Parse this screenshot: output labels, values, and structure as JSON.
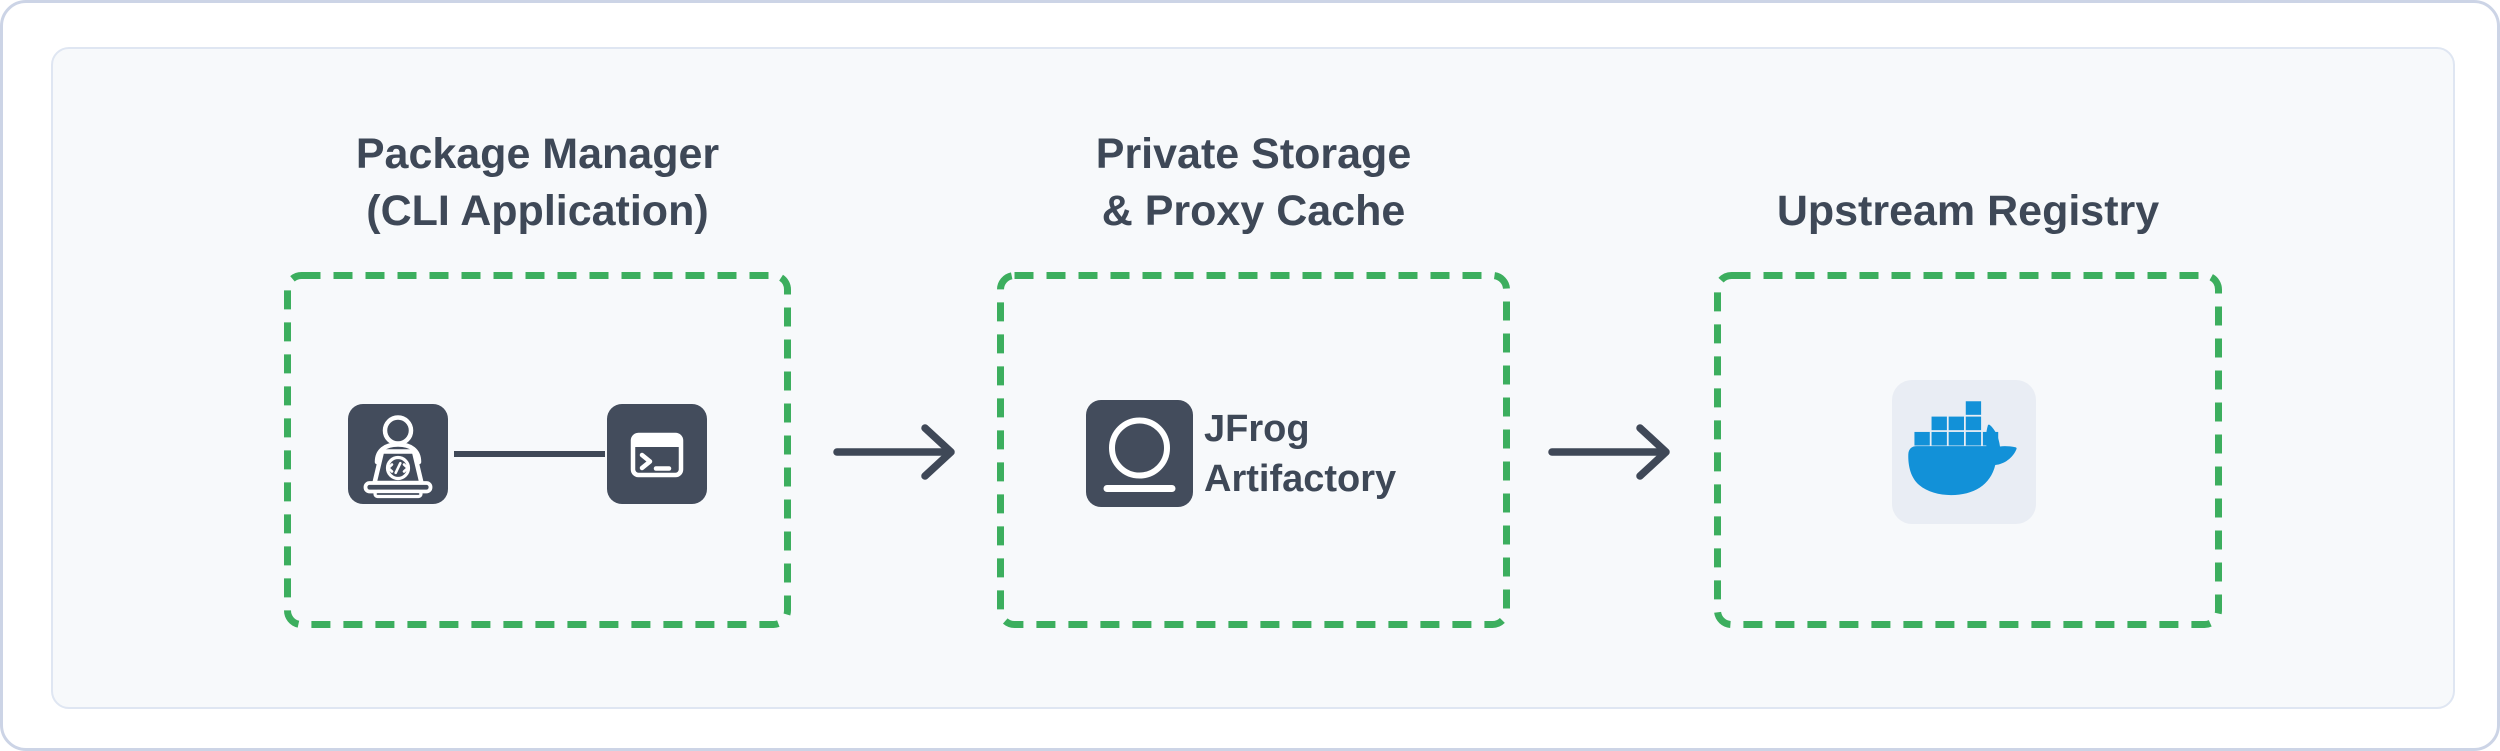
{
  "diagram": {
    "nodes": [
      {
        "id": "package-manager",
        "title": "Package Manager\n(CLI Application)",
        "icons": [
          "developer-laptop-icon",
          "terminal-icon"
        ]
      },
      {
        "id": "private-storage",
        "title": "Private Storage\n& Proxy Cache",
        "icon": "jfrog-artifactory-icon",
        "label": "JFrog\nArtifactory"
      },
      {
        "id": "upstream-registry",
        "title": "Upstream Registry",
        "icon": "docker-whale-icon"
      }
    ],
    "connections": [
      {
        "from": "package-manager",
        "to": "private-storage",
        "style": "arrow-right"
      },
      {
        "from": "private-storage",
        "to": "upstream-registry",
        "style": "arrow-right"
      }
    ],
    "colors": {
      "dashed_box_green": "#3cae5e",
      "icon_slate": "#434c5c",
      "arrow_slate": "#3f4857",
      "title_text": "#3e4857",
      "card_background": "#f7f9fb",
      "card_border": "#dfe6f2",
      "frame_border": "#ccd4e6",
      "docker_tile_background": "#e9edf4",
      "docker_blue": "#1291d8"
    }
  }
}
